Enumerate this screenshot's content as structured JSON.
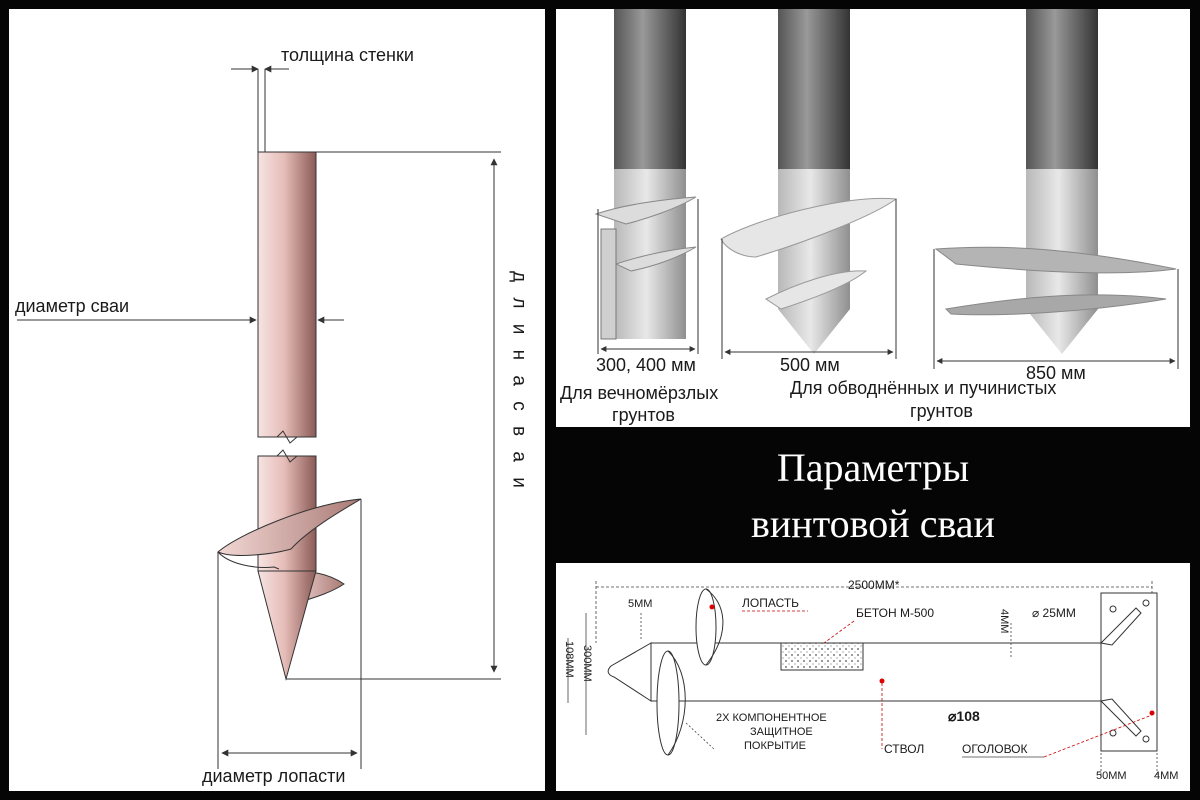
{
  "title": {
    "line1": "Параметры",
    "line2": "винтовой сваи"
  },
  "left_diagram": {
    "wall_thickness": "толщина стенки",
    "pile_diameter": "диаметр сваи",
    "pile_length": "д л и н а   с в а и",
    "blade_diameter": "диаметр лопасти"
  },
  "top_right": {
    "size_1": "300, 400 мм",
    "size_2": "500 мм",
    "size_3": "850 мм",
    "purpose_1_line1": "Для вечномёрзлых",
    "purpose_1_line2": "грунтов",
    "purpose_2_line1": "Для обводнённых и пучинистых",
    "purpose_2_line2": "грунтов"
  },
  "bottom_right": {
    "total_length": "2500ММ*",
    "blade_thickness": "5ММ",
    "blade_label": "ЛОПАСТЬ",
    "concrete_label": "БЕТОН М-500",
    "wall_4mm": "4ММ",
    "rod_diameter": "⌀ 25ММ",
    "blade_size": "300ММ",
    "pipe_size": "108ММ",
    "coating_line1": "2Х КОМПОНЕНТНОЕ",
    "coating_line2": "ЗАЩИТНОЕ",
    "coating_line3": "ПОКРЫТИЕ",
    "shaft_label": "СТВОЛ",
    "head_label": "ОГОЛОВОК",
    "shaft_diameter": "⌀108",
    "dim_50mm": "50ММ",
    "dim_4mm": "4ММ"
  }
}
